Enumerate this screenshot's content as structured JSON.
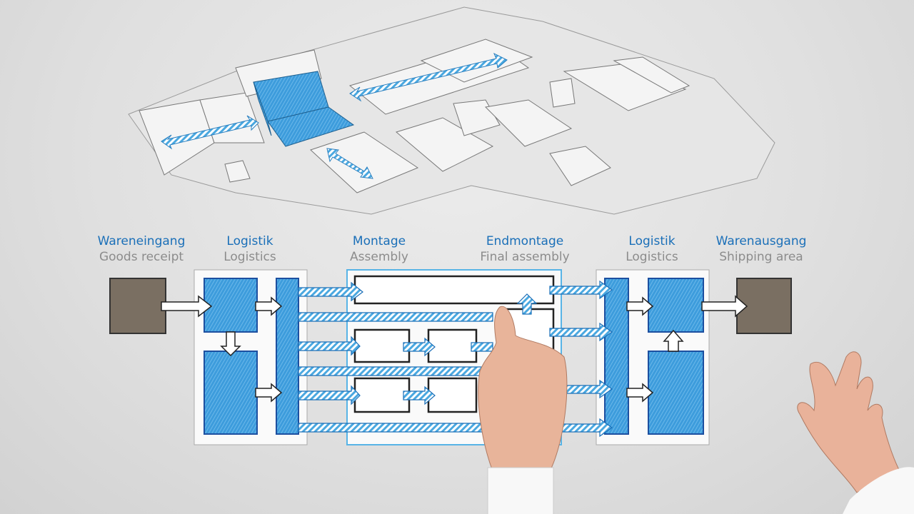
{
  "stages": [
    {
      "de": "Wareneingang",
      "en": "Goods receipt"
    },
    {
      "de": "Logistik",
      "en": "Logistics"
    },
    {
      "de": "Montage",
      "en": "Assembly"
    },
    {
      "de": "Endmontage",
      "en": "Final assembly"
    },
    {
      "de": "Logistik",
      "en": "Logistics"
    },
    {
      "de": "Warenausgang",
      "en": "Shipping area"
    }
  ],
  "colors": {
    "accent": "#1a6fb8",
    "block": "#3a9ad9",
    "dock": "#7a6f62",
    "label_gray": "#8c8c8c"
  }
}
